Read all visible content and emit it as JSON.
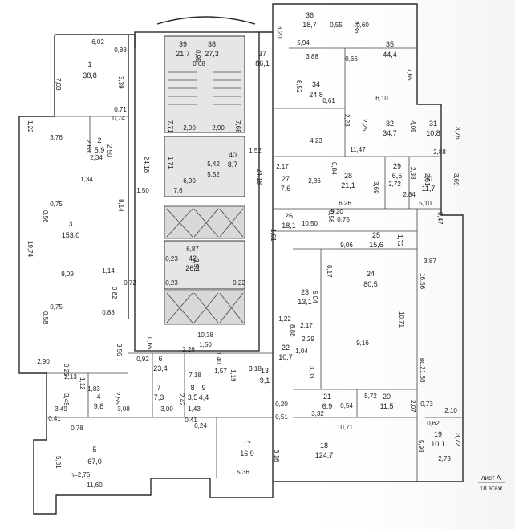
{
  "sheet": {
    "sheet_label": "лист А",
    "floor_label": "18 этаж"
  },
  "rooms": [
    {
      "num": "1",
      "area": "38,8"
    },
    {
      "num": "2",
      "area": "5,9"
    },
    {
      "num": "3",
      "area": "153,0"
    },
    {
      "num": "4",
      "area": "9,8"
    },
    {
      "num": "5",
      "area": "67,0"
    },
    {
      "num": "6",
      "area": "23,4"
    },
    {
      "num": "7",
      "area": "7,3"
    },
    {
      "num": "8",
      "area": "3,5"
    },
    {
      "num": "9",
      "area": "4,4"
    },
    {
      "num": "13",
      "area": "9,1"
    },
    {
      "num": "17",
      "area": "16,9"
    },
    {
      "num": "18",
      "area": "124,7"
    },
    {
      "num": "19",
      "area": "10,1"
    },
    {
      "num": "20",
      "area": "11,5"
    },
    {
      "num": "21",
      "area": "6,9"
    },
    {
      "num": "22",
      "area": "10,7"
    },
    {
      "num": "23",
      "area": "13,1"
    },
    {
      "num": "24",
      "area": "80,5"
    },
    {
      "num": "25",
      "area": "15,6"
    },
    {
      "num": "26",
      "area": "18,1"
    },
    {
      "num": "27",
      "area": "7,6"
    },
    {
      "num": "28",
      "area": "21,1"
    },
    {
      "num": "29",
      "area": "6,5"
    },
    {
      "num": "30",
      "area": "11,7"
    },
    {
      "num": "31",
      "area": "10,8"
    },
    {
      "num": "32",
      "area": "34,7"
    },
    {
      "num": "34",
      "area": "24,8"
    },
    {
      "num": "35",
      "area": "44,4"
    },
    {
      "num": "36",
      "area": "18,7"
    },
    {
      "num": "37",
      "area": "86,1"
    },
    {
      "num": "38",
      "area": "27,3"
    },
    {
      "num": "39",
      "area": "21,7"
    },
    {
      "num": "40",
      "area": "8,7"
    },
    {
      "num": "42",
      "area": "26,2"
    }
  ],
  "dims": [
    "6,02",
    "0,88",
    "7,03",
    "3,39",
    "0,71",
    "0,74",
    "1,22",
    "3,76",
    "2,63",
    "2,34",
    "2,50",
    "1,34",
    "8,14",
    "0,75",
    "0,56",
    "19,74",
    "9,09",
    "1,14",
    "0,82",
    "0,72",
    "0,88",
    "0,58",
    "0,75",
    "3,56",
    "2,90",
    "0,25",
    "2,13",
    "1,12",
    "1,83",
    "3,49",
    "3,49",
    "3,08",
    "2,55",
    "0,41",
    "0,78",
    "3,00",
    "2,42",
    "1,43",
    "0,41",
    "0,24",
    "5,81",
    "h=2,75",
    "11,60",
    "0,92",
    "0,65",
    "2,26",
    "7,18",
    "1,57",
    "1,19",
    "1,40",
    "3,18",
    "0,55",
    "3,36",
    "5,94",
    "3,20",
    "3,88",
    "0,66",
    "7,65",
    "6,52",
    "6,10",
    "0,61",
    "2,23",
    "2,25",
    "4,23",
    "11,47",
    "4,05",
    "3,76",
    "2,88",
    "2,17",
    "0,84",
    "2,36",
    "3,69",
    "6,26",
    "2,38",
    "2,72",
    "2,84",
    "2,51",
    "3,69",
    "5,10",
    "0,47",
    "9,20",
    "10,50",
    "0,56",
    "1,61",
    "0,75",
    "9,06",
    "1,72",
    "3,87",
    "6,17",
    "6,04",
    "16,56",
    "10,71",
    "вс.21,88",
    "1,22",
    "2,17",
    "2,29",
    "9,16",
    "8,88",
    "1,04",
    "3,03",
    "3,32",
    "0,54",
    "5,72",
    "2,07",
    "10,71",
    "0,73",
    "2,10",
    "0,62",
    "3,72",
    "5,98",
    "2,73",
    "3,16",
    "5,36",
    "0,20",
    "0,51",
    "1,50",
    "24,18",
    "1,52",
    "24,18",
    "5,42",
    "5,52",
    "6,90",
    "7,6",
    "1,71",
    "0,23",
    "6,87",
    "3,96",
    "0,23",
    "0,22",
    "10,38",
    "1,50",
    "2,90",
    "2,90",
    "7,71",
    "7,68",
    "0,68",
    "0,95",
    "0,60"
  ]
}
